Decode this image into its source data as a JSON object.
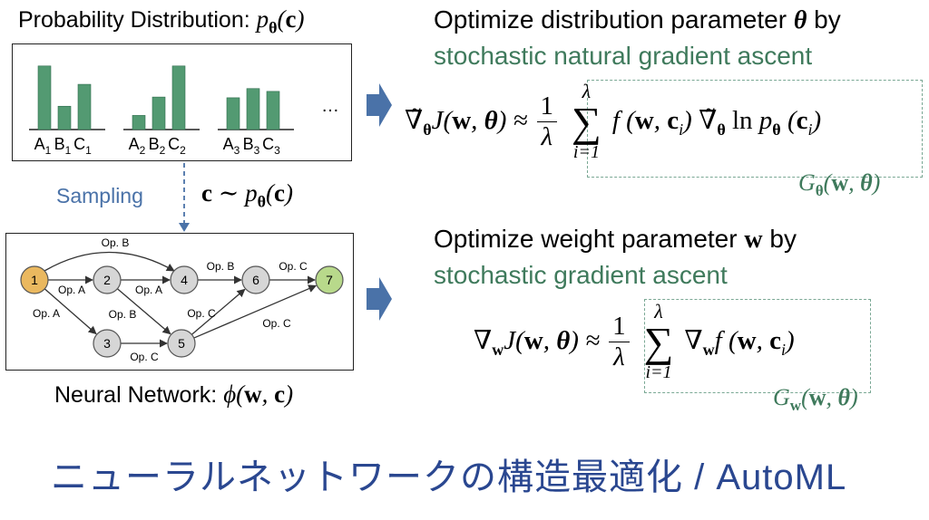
{
  "distribution": {
    "title": "Probability Distribution:",
    "formula": "p_θ(c)",
    "groups": [
      {
        "bars": [
          0.9,
          0.33,
          0.64
        ],
        "labels": [
          "A",
          "B",
          "C"
        ],
        "index": "1"
      },
      {
        "bars": [
          0.2,
          0.46,
          0.9
        ],
        "labels": [
          "A",
          "B",
          "C"
        ],
        "index": "2"
      },
      {
        "bars": [
          0.45,
          0.58,
          0.54
        ],
        "labels": [
          "A",
          "B",
          "C"
        ],
        "index": "3"
      }
    ],
    "ellipsis": "…",
    "bar_color": "#539a72"
  },
  "sampling": {
    "label": "Sampling",
    "formula": "c ~ p_θ(c)"
  },
  "network": {
    "title": "Neural Network:",
    "formula": "φ(w, c)",
    "nodes": [
      {
        "id": "1",
        "color": "#eab85f"
      },
      {
        "id": "2",
        "color": "#d6d6d6"
      },
      {
        "id": "3",
        "color": "#d6d6d6"
      },
      {
        "id": "4",
        "color": "#d6d6d6"
      },
      {
        "id": "5",
        "color": "#d6d6d6"
      },
      {
        "id": "6",
        "color": "#d6d6d6"
      },
      {
        "id": "7",
        "color": "#b8d98b"
      }
    ],
    "edges": [
      {
        "from": "1",
        "to": "4",
        "label": "Op. B"
      },
      {
        "from": "1",
        "to": "2",
        "label": "Op. A"
      },
      {
        "from": "1",
        "to": "3",
        "label": "Op. A"
      },
      {
        "from": "2",
        "to": "4",
        "label": "Op. A"
      },
      {
        "from": "2",
        "to": "5",
        "label": "Op. B"
      },
      {
        "from": "3",
        "to": "5",
        "label": "Op. C"
      },
      {
        "from": "4",
        "to": "6",
        "label": "Op. B"
      },
      {
        "from": "5",
        "to": "6",
        "label": "Op. C"
      },
      {
        "from": "5",
        "to": "7",
        "label": "Op. C"
      },
      {
        "from": "6",
        "to": "7",
        "label": "Op. C"
      }
    ]
  },
  "theta_section": {
    "heading_line1": "Optimize distribution parameter",
    "heading_symbol": "θ",
    "heading_suffix": "by",
    "heading_line2": "stochastic natural gradient ascent",
    "equation_lhs": "∇̃θ J(w, θ) ≈",
    "equation_rhs": "1/λ Σ f(w, c_i) ∇̃θ ln pθ(c_i)",
    "estimator": "G_θ(w, θ)"
  },
  "w_section": {
    "heading_line1": "Optimize weight parameter",
    "heading_symbol": "w",
    "heading_suffix": "by",
    "heading_line2": "stochastic gradient ascent",
    "equation_lhs": "∇w J(w, θ) ≈",
    "equation_rhs": "1/λ Σ ∇w f(w, c_i)",
    "estimator": "G_w(w, θ)"
  },
  "footer": "ニューラルネットワークの構造最適化 / AutoML",
  "colors": {
    "green_text": "#3f7a5c",
    "blue_text": "#4a72a8",
    "arrow": "#4a72a8",
    "footer": "#2a4790",
    "dashed_box": "#7aa894"
  }
}
